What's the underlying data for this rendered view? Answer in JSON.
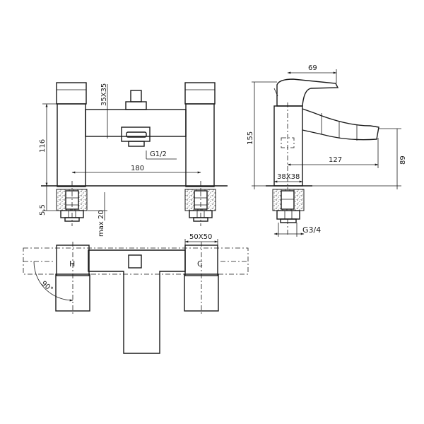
{
  "dimensions": {
    "d_35x35": "35X35",
    "d_g12": "G1/2",
    "d_116": "116",
    "d_180": "180",
    "d_55": "5,5",
    "d_max20": "max 20",
    "d_69": "69",
    "d_155": "155",
    "d_127": "127",
    "d_89": "89",
    "d_38x38": "38X38",
    "d_g34": "G3/4",
    "d_50x50": "50X50",
    "d_90": "90°"
  },
  "handles": {
    "hot": "H",
    "cold": "C"
  }
}
